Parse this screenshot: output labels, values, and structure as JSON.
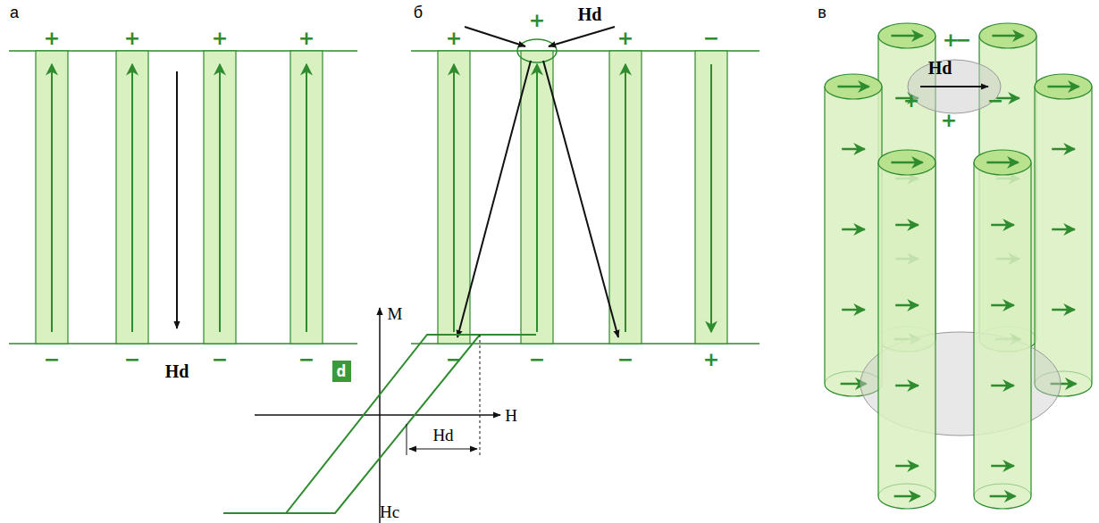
{
  "diagram": {
    "nodes": [
      {
        "text": [
          "d"
        ]
      }
    ],
    "labels": [
      "а",
      "+",
      "+",
      "+",
      "+",
      "−",
      "−",
      "−",
      "−",
      "Hd",
      "б",
      "+",
      "+",
      "+",
      "−",
      "−",
      "−",
      "−",
      "+",
      "Hd",
      "M",
      "H",
      "Hd",
      "Hc",
      "в",
      "+",
      "−",
      "+",
      "−",
      "+",
      "Hd"
    ]
  }
}
